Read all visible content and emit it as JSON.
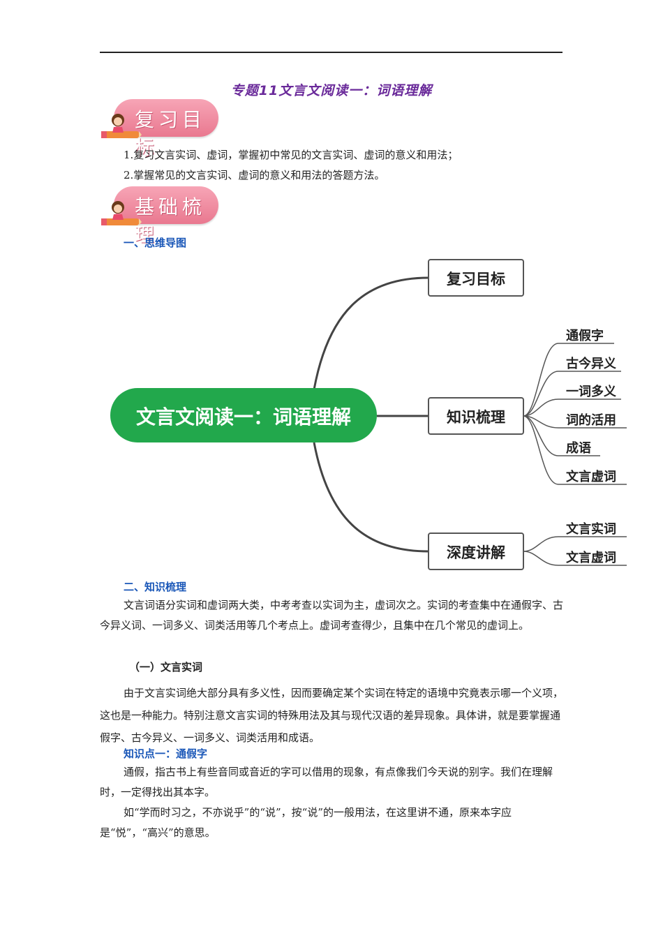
{
  "title": "专题11文言文阅读一：词语理解",
  "badges": {
    "review": "复习目标",
    "basics": "基础梳理"
  },
  "objectives": [
    "1.复习文言实词、虚词，掌握初中常见的文言实词、虚词的意义和用法；",
    "2.掌握常见的文言实词、虚词的意义和用法的答题方法。"
  ],
  "section1": "一、思维导图",
  "mindmap": {
    "center": "文言文阅读一：词语理解",
    "branches": [
      {
        "label": "复习目标",
        "children": []
      },
      {
        "label": "知识梳理",
        "children": [
          "通假字",
          "古今异义",
          "一词多义",
          "词的活用",
          "成语",
          "文言虚词"
        ]
      },
      {
        "label": "深度讲解",
        "children": [
          "文言实词",
          "文言虚词"
        ]
      }
    ],
    "colors": {
      "center_fill": "#22a84c",
      "line": "#444444"
    }
  },
  "section2": "二、知识梳理",
  "intro": "文言词语分实词和虚词两大类，中考考查以实词为主，虚词次之。实词的考查集中在通假字、古今异义词、一词多义、词类活用等几个考点上。虚词考查得少，且集中在几个常见的虚词上。",
  "sub1": "（一）文言实词",
  "shici": "由于文言实词绝大部分具有多义性，因而要确定某个实词在特定的语境中究竟表示哪一个义项，这也是一种能力。特别注意文言实词的特殊用法及其与现代汉语的差异现象。具体讲，就是要掌握通假字、古今异义、一词多义、词类活用和成语。",
  "kp1": "知识点一：通假字",
  "tongjia1": "通假，指古书上有些音同或音近的字可以借用的现象，有点像我们今天说的别字。我们在理解时，一定得找出其本字。",
  "tongjia2": "如“学而时习之，不亦说乎”的“说”，按“说”的一般用法，在这里讲不通，原来本字应是“悦”，“高兴”的意思。"
}
